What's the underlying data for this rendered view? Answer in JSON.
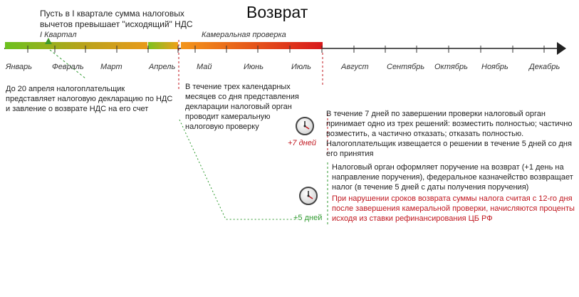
{
  "title": "Возврат",
  "top_note": "Пусть в I квартале сумма налоговых вычетов превышает \"исходящий\" НДС",
  "segments": {
    "q1_label": "I Квартал",
    "audit_label": "Камеральная проверка"
  },
  "months": [
    "Январь",
    "Февраль",
    "Март",
    "Апрель",
    "Май",
    "Июнь",
    "Июль",
    "Август",
    "Сентябрь",
    "Октябрь",
    "Ноябрь",
    "Декабрь"
  ],
  "notes": {
    "april": "До 20 апреля налогоплательщик представляет налоговую декларацию по НДС и завление о возврате НДС  на его счет",
    "audit": "В течение трех календарных месяцев со дня представления декларации налоговый орган проводит камеральную налоговую проверку",
    "seven_days": "В течение 7 дней по завершении проверки налоговый орган принимает одно из трех решений: возместить полностью; частично возместить, а частично отказать;  отказать полностью. Налогоплательщик извещается о решении в течение 5 дней со дня его принятия",
    "order": "Налоговый орган оформляет поручение на возврат (+1 день на направление поручения), федеральное казначейство возвращает налог (в течение 5 дней с даты получения поручения)",
    "penalty": "При нарушении сроков возврата суммы налога считая с 12-го дня после завершения камеральной  проверки, начисляются проценты исходя из ставки рефинансирования ЦБ РФ"
  },
  "badges": {
    "plus_seven": "+7 дней",
    "plus_five": "+5 дней"
  },
  "icons": {
    "clock_1": "clock-icon",
    "clock_2": "clock-icon",
    "timeline_arrow": "arrow-right-icon"
  },
  "colors": {
    "q1_start": "#6cc11e",
    "q1_end": "#e8a21a",
    "audit_start": "#f08a1a",
    "audit_end": "#d91b1b",
    "accent_red": "#c0161e",
    "accent_green": "#2f9a2f"
  }
}
